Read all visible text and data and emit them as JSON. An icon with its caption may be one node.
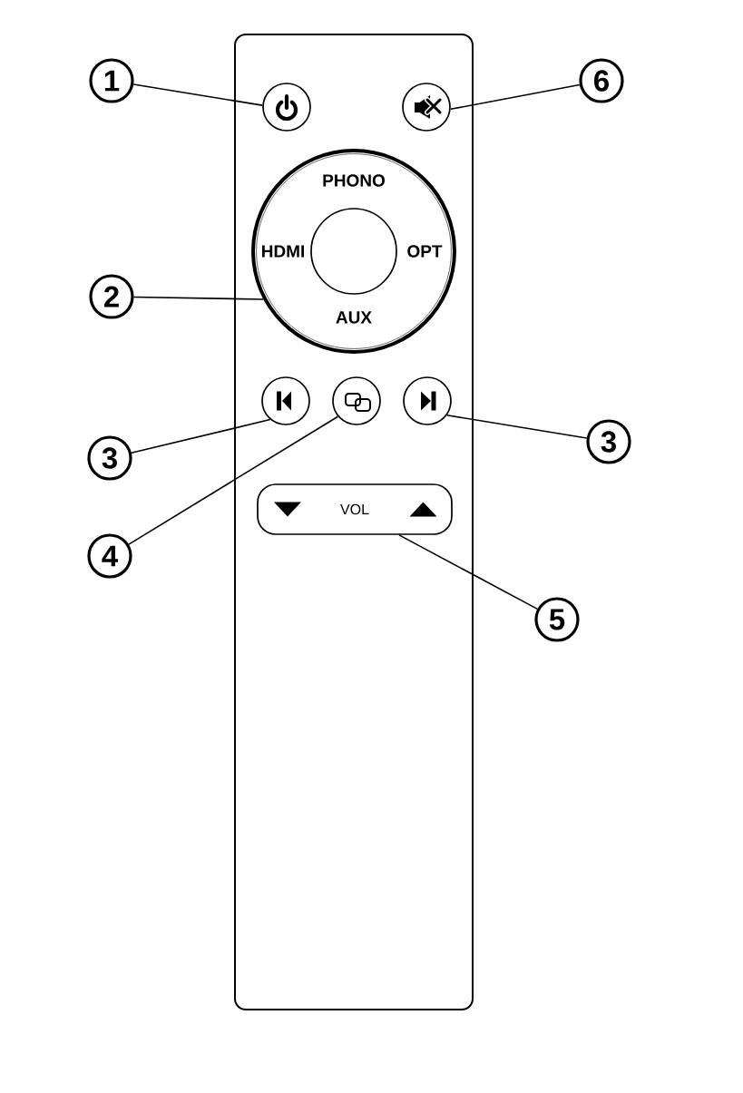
{
  "diagram": {
    "nodes": [
      {
        "text": [],
        "shape": "box"
      },
      {
        "text": [
          "1"
        ]
      },
      {
        "text": [],
        "shape": "circle",
        "in": 0
      },
      {
        "text": [],
        "shape": "circle",
        "in": 0
      },
      {
        "text": [
          "6"
        ]
      },
      {
        "text": [
          "PHONO",
          "HDMI",
          "OPT",
          "AUX"
        ],
        "in": 0
      },
      {
        "text": [],
        "shape": "circle",
        "in": 5
      },
      {
        "text": [
          "2"
        ]
      },
      {
        "text": [],
        "shape": "circle",
        "in": 0
      },
      {
        "text": [],
        "shape": "circle",
        "in": 0
      },
      {
        "text": [],
        "shape": "circle",
        "in": 0
      },
      {
        "text": [
          "3"
        ]
      },
      {
        "text": [
          "3"
        ]
      },
      {
        "text": [
          "4"
        ]
      },
      {
        "text": [
          "VOL"
        ],
        "in": 0
      },
      {
        "text": [
          "5"
        ]
      }
    ],
    "edges": [
      {
        "from": 1,
        "to": 2,
        "arrow": "none"
      },
      {
        "from": 4,
        "to": 3,
        "arrow": "none"
      },
      {
        "from": 7,
        "to": 5,
        "arrow": "none"
      },
      {
        "from": 11,
        "to": 8,
        "arrow": "none"
      },
      {
        "from": 12,
        "to": 10,
        "arrow": "none"
      },
      {
        "from": 13,
        "to": 9,
        "arrow": "none"
      },
      {
        "from": 15,
        "to": 14,
        "arrow": "none"
      }
    ]
  }
}
